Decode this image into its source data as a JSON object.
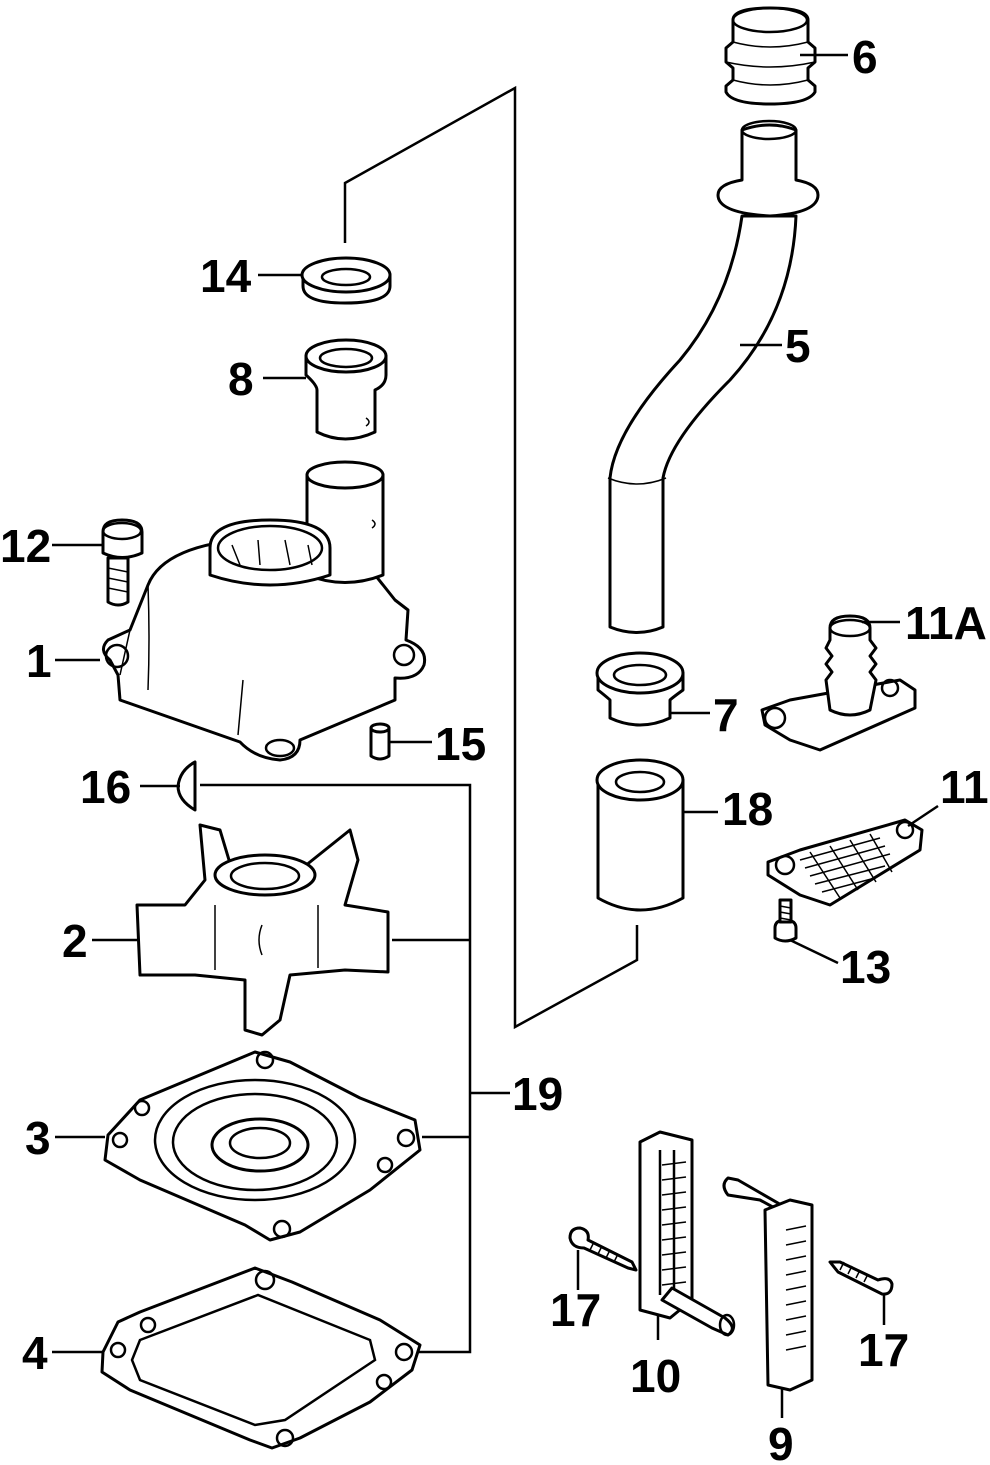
{
  "callouts": [
    {
      "id": "p1",
      "text": "1"
    },
    {
      "id": "p2",
      "text": "2"
    },
    {
      "id": "p3",
      "text": "3"
    },
    {
      "id": "p4",
      "text": "4"
    },
    {
      "id": "p5",
      "text": "5"
    },
    {
      "id": "p6",
      "text": "6"
    },
    {
      "id": "p7",
      "text": "7"
    },
    {
      "id": "p8",
      "text": "8"
    },
    {
      "id": "p9",
      "text": "9"
    },
    {
      "id": "p10",
      "text": "10"
    },
    {
      "id": "p11",
      "text": "11"
    },
    {
      "id": "p11a",
      "text": "11A"
    },
    {
      "id": "p12",
      "text": "12"
    },
    {
      "id": "p13",
      "text": "13"
    },
    {
      "id": "p14",
      "text": "14"
    },
    {
      "id": "p15",
      "text": "15"
    },
    {
      "id": "p16",
      "text": "16"
    },
    {
      "id": "p17a",
      "text": "17"
    },
    {
      "id": "p17b",
      "text": "17"
    },
    {
      "id": "p18",
      "text": "18"
    },
    {
      "id": "p19",
      "text": "19"
    }
  ]
}
